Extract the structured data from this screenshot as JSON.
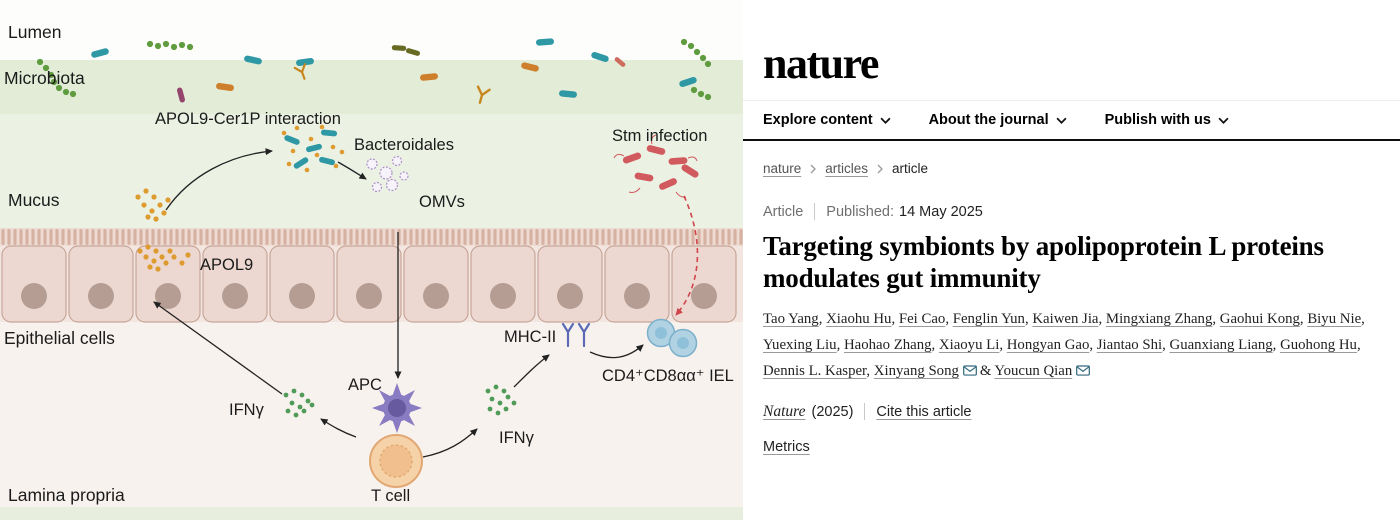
{
  "diagram": {
    "labels": {
      "lumen": "Lumen",
      "microbiota": "Microbiota",
      "apol9_cer1p": "APOL9-Cer1P interaction",
      "bacteroidales": "Bacteroidales",
      "mucus": "Mucus",
      "omvs": "OMVs",
      "apol9": "APOL9",
      "stm_infection": "Stm infection",
      "epithelial_cells": "Epithelial cells",
      "mhc_ii": "MHC-II",
      "iel": "CD4⁺CD8αα⁺ IEL",
      "ifng_left": "IFNγ",
      "apc": "APC",
      "ifng_right": "IFNγ",
      "t_cell": "T cell",
      "lamina_propria": "Lamina propria"
    },
    "colors": {
      "microbiota_band": "#e2ecd7",
      "mucus_zone": "#ebf1e3",
      "epithelium": "#ecd8d0",
      "lamina": "#f8f2ee",
      "apol9_dots": "#de9b30",
      "bacteroidales_teal": "#2f98a5",
      "stm_red": "#d15a5f",
      "ifng_green": "#4f9b57",
      "apc_purple": "#8a7cc2",
      "tcell_orange": "#f6d2a8",
      "iel_blue": "#b0d2e3",
      "mhc_blue": "#5a6ab8"
    }
  },
  "site": {
    "logo": "nature",
    "nav": [
      {
        "label": "Explore content"
      },
      {
        "label": "About the journal"
      },
      {
        "label": "Publish with us"
      }
    ],
    "breadcrumb": [
      {
        "label": "nature"
      },
      {
        "label": "articles"
      },
      {
        "label": "article"
      }
    ]
  },
  "article": {
    "type_label": "Article",
    "published_label": "Published:",
    "published_date": "14 May 2025",
    "title": "Targeting symbionts by apolipoprotein L proteins modulates gut immunity",
    "authors": [
      {
        "name": "Tao Yang"
      },
      {
        "name": "Xiaohu Hu"
      },
      {
        "name": "Fei Cao"
      },
      {
        "name": "Fenglin Yun"
      },
      {
        "name": "Kaiwen Jia"
      },
      {
        "name": "Mingxiang Zhang"
      },
      {
        "name": "Gaohui Kong"
      },
      {
        "name": "Biyu Nie"
      },
      {
        "name": "Yuexing Liu"
      },
      {
        "name": "Haohao Zhang"
      },
      {
        "name": "Xiaoyu Li"
      },
      {
        "name": "Hongyan Gao"
      },
      {
        "name": "Jiantao Shi"
      },
      {
        "name": "Guanxiang Liang"
      },
      {
        "name": "Guohong Hu"
      },
      {
        "name": "Dennis L. Kasper"
      },
      {
        "name": "Xinyang Song"
      },
      {
        "name": "Youcun Qian"
      }
    ],
    "joiner": "&",
    "journal_name": "Nature",
    "journal_year": "(2025)",
    "cite_label": "Cite this article",
    "metrics_label": "Metrics"
  }
}
